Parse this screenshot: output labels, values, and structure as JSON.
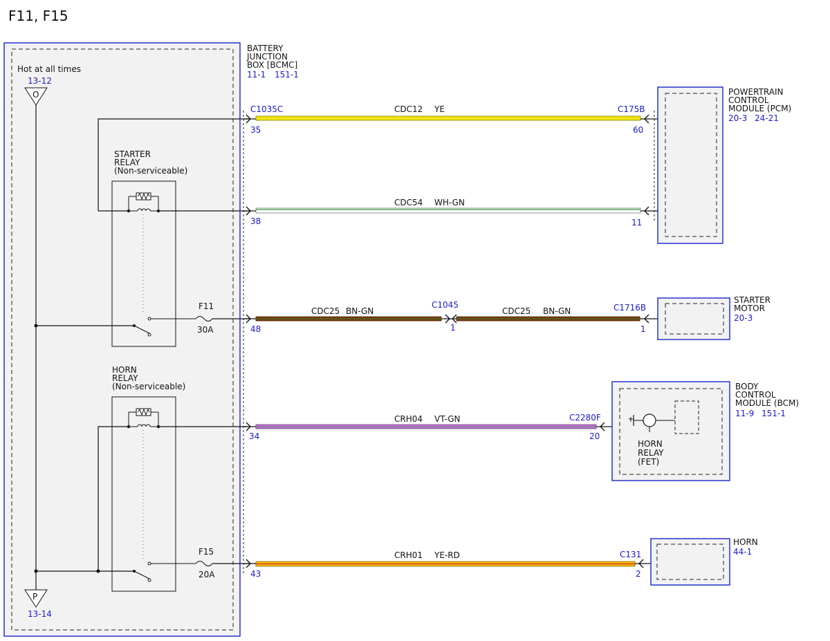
{
  "title": "F11, F15",
  "bjb": {
    "name_lines": [
      "BATTERY",
      "JUNCTION",
      "BOX [BCMC]"
    ],
    "refs": [
      "11-1",
      "151-1"
    ],
    "hot_label": "Hot at all times",
    "top_ref": "13-12",
    "top_conn": "O",
    "bottom_ref": "13-14",
    "bottom_conn": "P",
    "connector": "C1035C"
  },
  "starter_relay": {
    "lines": [
      "STARTER",
      "RELAY",
      "(Non-serviceable)"
    ]
  },
  "horn_relay": {
    "lines": [
      "HORN",
      "RELAY",
      "(Non-serviceable)"
    ]
  },
  "fuses": [
    {
      "name": "F11",
      "rating": "30A"
    },
    {
      "name": "F15",
      "rating": "20A"
    }
  ],
  "circuits": [
    {
      "circuit": "CDC12",
      "color_code": "YE",
      "pin_left": "35",
      "pin_right": "60",
      "right_conn": "C175B",
      "wire_colors": [
        "#f2e313"
      ]
    },
    {
      "circuit": "CDC54",
      "color_code": "WH-GN",
      "pin_left": "38",
      "pin_right": "11",
      "right_conn": "",
      "wire_colors": [
        "#4caf50",
        "#ffffff"
      ]
    },
    {
      "circuit": "CDC25",
      "color_code": "BN-GN",
      "pin_left": "48",
      "pin_right": "1",
      "right_conn": "C1716B",
      "mid_conn": "C1045",
      "mid_pin": "1",
      "circuit2": "CDC25",
      "color_code2": "BN-GN",
      "wire_colors": [
        "#7a3b10",
        "#2f7d32"
      ]
    },
    {
      "circuit": "CRH04",
      "color_code": "VT-GN",
      "pin_left": "34",
      "pin_right": "20",
      "right_conn": "C2280F",
      "wire_colors": [
        "#c06ad6",
        "#5da85f"
      ]
    },
    {
      "circuit": "CRH01",
      "color_code": "YE-RD",
      "pin_left": "43",
      "pin_right": "2",
      "right_conn": "C131",
      "wire_colors": [
        "#f2c00f",
        "#e03a1e"
      ]
    }
  ],
  "pcm": {
    "lines": [
      "POWERTRAIN",
      "CONTROL",
      "MODULE (PCM)"
    ],
    "refs": [
      "20-3",
      "24-21"
    ]
  },
  "starter_motor": {
    "lines": [
      "STARTER",
      "MOTOR"
    ],
    "refs": [
      "20-3"
    ]
  },
  "bcm": {
    "lines": [
      "BODY",
      "CONTROL",
      "MODULE (BCM)"
    ],
    "refs": [
      "11-9",
      "151-1"
    ],
    "inner_lines": [
      "HORN",
      "RELAY",
      "(FET)"
    ]
  },
  "horn": {
    "lines": [
      "HORN"
    ],
    "refs": [
      "44-1"
    ]
  },
  "colors": {
    "ref_blue": "#1a1acc",
    "box_blue": "#2233cc",
    "panel_gray": "#f2f2f2"
  }
}
